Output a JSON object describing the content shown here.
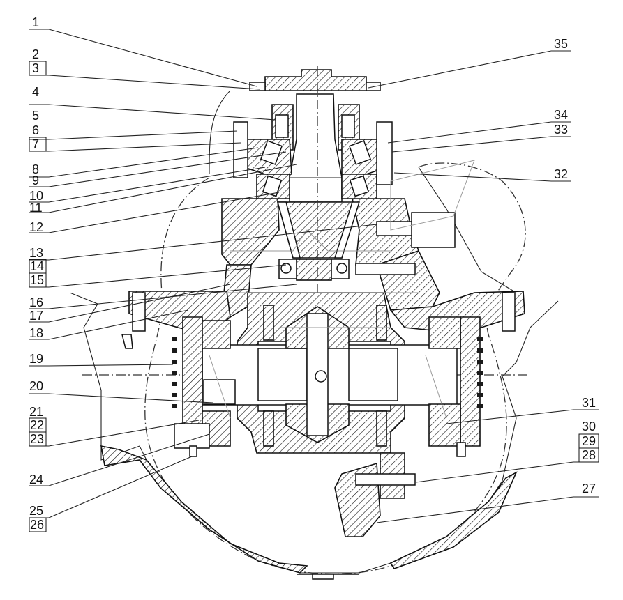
{
  "callouts": [
    {
      "id": "c1",
      "text": "1"
    },
    {
      "id": "c2",
      "text": "2"
    },
    {
      "id": "c3",
      "text": "3"
    },
    {
      "id": "c4",
      "text": "4"
    },
    {
      "id": "c5",
      "text": "5"
    },
    {
      "id": "c6",
      "text": "6"
    },
    {
      "id": "c7",
      "text": "7"
    },
    {
      "id": "c8",
      "text": "8"
    },
    {
      "id": "c9",
      "text": "9"
    },
    {
      "id": "c10",
      "text": "10"
    },
    {
      "id": "c11",
      "text": "11"
    },
    {
      "id": "c12",
      "text": "12"
    },
    {
      "id": "c13",
      "text": "13"
    },
    {
      "id": "c14",
      "text": "14"
    },
    {
      "id": "c15",
      "text": "15"
    },
    {
      "id": "c16",
      "text": "16"
    },
    {
      "id": "c17",
      "text": "17"
    },
    {
      "id": "c18",
      "text": "18"
    },
    {
      "id": "c19",
      "text": "19"
    },
    {
      "id": "c20",
      "text": "20"
    },
    {
      "id": "c21",
      "text": "21"
    },
    {
      "id": "c22",
      "text": "22"
    },
    {
      "id": "c23",
      "text": "23"
    },
    {
      "id": "c24",
      "text": "24"
    },
    {
      "id": "c25",
      "text": "25"
    },
    {
      "id": "c26",
      "text": "26"
    },
    {
      "id": "c27",
      "text": "27"
    },
    {
      "id": "c28",
      "text": "28"
    },
    {
      "id": "c29",
      "text": "29"
    },
    {
      "id": "c30",
      "text": "30"
    },
    {
      "id": "c31",
      "text": "31"
    },
    {
      "id": "c32",
      "text": "32"
    },
    {
      "id": "c33",
      "text": "33"
    },
    {
      "id": "c34",
      "text": "34"
    },
    {
      "id": "c35",
      "text": "35"
    }
  ]
}
